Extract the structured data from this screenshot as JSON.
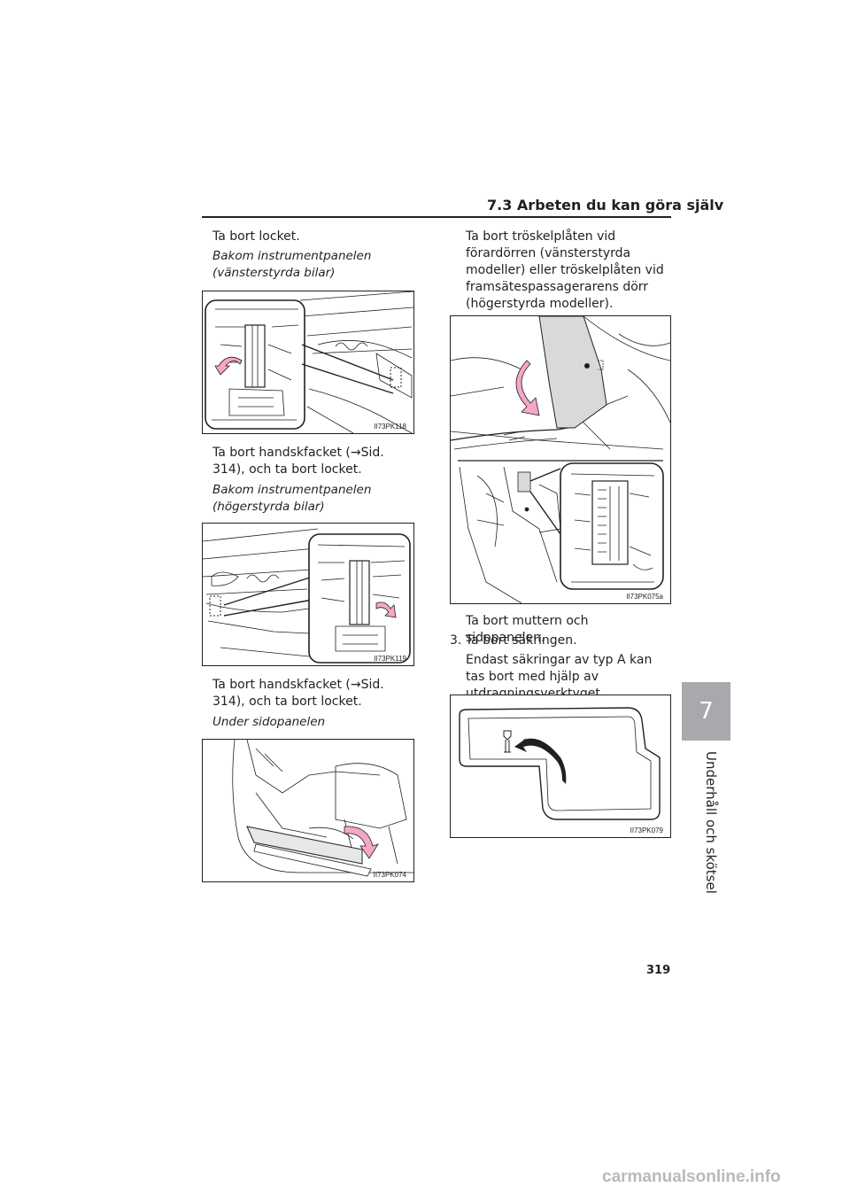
{
  "header": {
    "title": "7.3  Arbeten du kan göra själv"
  },
  "left": {
    "p1": "Ta bort locket.",
    "p1_caption": "Bakom instrumentpanelen (vänsterstyrda bilar)",
    "fig1_code": "II73PK118",
    "p2": "Ta bort handskfacket (→Sid. 314), och ta bort locket.",
    "p2_caption": "Bakom instrumentpanelen (högerstyrda bilar)",
    "fig2_code": "II73PK119",
    "p3": "Ta bort handskfacket (→Sid. 314), och ta bort locket.",
    "p3_caption": "Under sidopanelen",
    "fig3_code": "II73PK074"
  },
  "right": {
    "p1": "Ta bort tröskelplåten vid förardörren (vänsterstyrda modeller) eller tröskelplåten vid framsätespassagerarens dörr (högerstyrda modeller).",
    "fig1_code": "II73PK075a",
    "p2": "Ta bort muttern och sidopanelen.",
    "step3": "3. Ta bort säkringen.",
    "p3": "Endast säkringar av typ A kan tas bort med hjälp av utdragningsverktyget.",
    "fig2_code": "II73PK079"
  },
  "side_tab": {
    "number": "7",
    "label": "Underhåll och skötsel"
  },
  "page_number": "319",
  "watermark": "carmanualsonline.info",
  "colors": {
    "arrow_pink": "#f4a7c8",
    "tab_gray": "#a7a9ac",
    "ink": "#231f20"
  }
}
